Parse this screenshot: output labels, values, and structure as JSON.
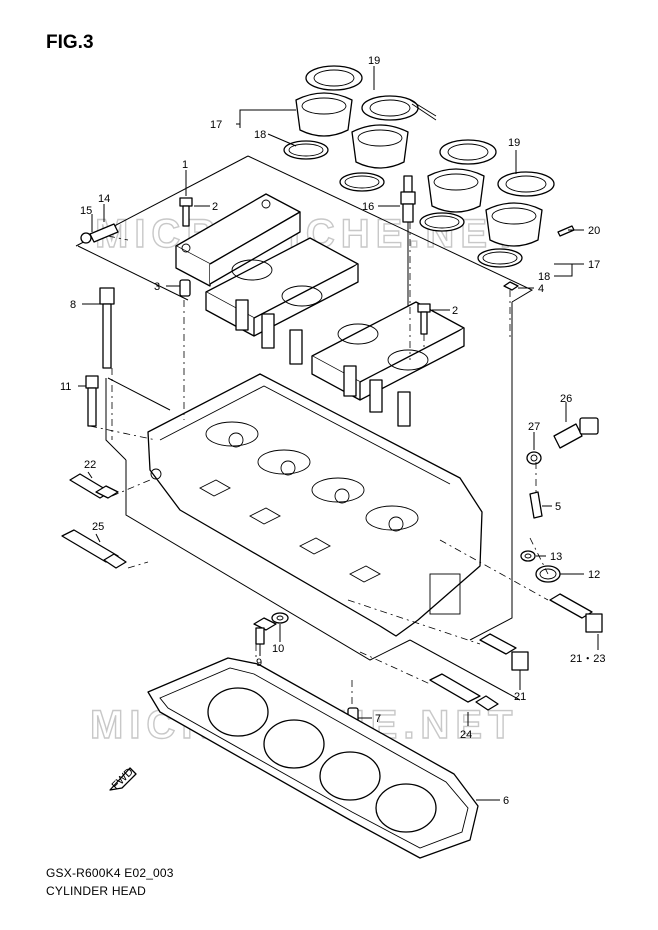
{
  "figure": {
    "title": "FIG.3"
  },
  "footer": {
    "code": "GSX-R600K4 E02_003",
    "title": "CYLINDER HEAD"
  },
  "watermark": {
    "text": "MICROFICHE.NET"
  },
  "fwd_marker": {
    "text": "FWD"
  },
  "callouts": [
    {
      "id": "p1",
      "label": "1"
    },
    {
      "id": "p2a",
      "label": "2"
    },
    {
      "id": "p2b",
      "label": "2"
    },
    {
      "id": "p3",
      "label": "3"
    },
    {
      "id": "p4",
      "label": "4"
    },
    {
      "id": "p5",
      "label": "5"
    },
    {
      "id": "p6",
      "label": "6"
    },
    {
      "id": "p7",
      "label": "7"
    },
    {
      "id": "p8",
      "label": "8"
    },
    {
      "id": "p9",
      "label": "9"
    },
    {
      "id": "p10",
      "label": "10"
    },
    {
      "id": "p11",
      "label": "11"
    },
    {
      "id": "p12",
      "label": "12"
    },
    {
      "id": "p13",
      "label": "13"
    },
    {
      "id": "p14",
      "label": "14"
    },
    {
      "id": "p15",
      "label": "15"
    },
    {
      "id": "p16",
      "label": "16"
    },
    {
      "id": "p17a",
      "label": "17"
    },
    {
      "id": "p17b",
      "label": "17"
    },
    {
      "id": "p18a",
      "label": "18"
    },
    {
      "id": "p18b",
      "label": "18"
    },
    {
      "id": "p19a",
      "label": "19"
    },
    {
      "id": "p19b",
      "label": "19"
    },
    {
      "id": "p20",
      "label": "20"
    },
    {
      "id": "p21a",
      "label": "21"
    },
    {
      "id": "p21b",
      "label": "21・23"
    },
    {
      "id": "p22",
      "label": "22"
    },
    {
      "id": "p24",
      "label": "24"
    },
    {
      "id": "p25",
      "label": "25"
    },
    {
      "id": "p26",
      "label": "26"
    },
    {
      "id": "p27",
      "label": "27"
    }
  ]
}
